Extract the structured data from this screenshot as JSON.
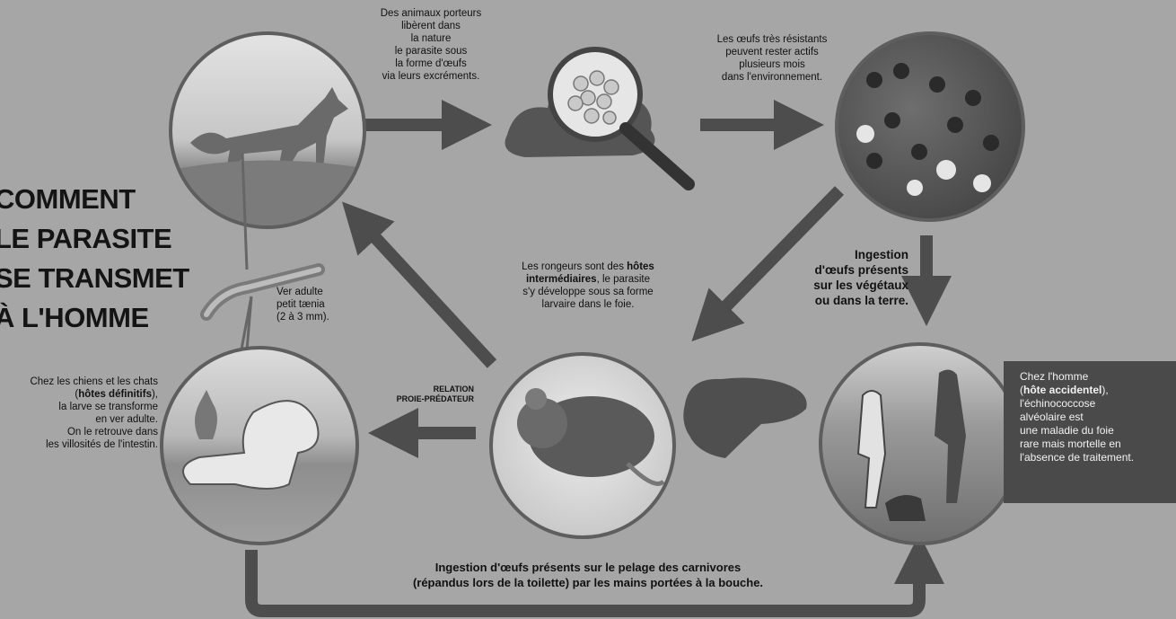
{
  "title": {
    "line1": "COMMENT",
    "line2": "LE PARASITE",
    "line3": "SE TRANSMET",
    "line4": "À L'HOMME"
  },
  "captions": {
    "fox": [
      "Des animaux porteurs",
      "libèrent dans",
      "la nature",
      "le parasite sous",
      "la forme d'œufs",
      "via leurs excréments."
    ],
    "eggs": [
      "Les œufs très résistants",
      "peuvent rester actifs",
      "plusieurs mois",
      "dans l'environnement."
    ],
    "ingestion_veg": [
      "Ingestion",
      "d'œufs présents",
      "sur les végétaux",
      "ou dans la terre."
    ],
    "rodent_pre": "Les rongeurs sont des ",
    "rodent_bold1": "hôtes",
    "rodent_bold2": "intermédiaires",
    "rodent_post1": ", le parasite",
    "rodent_line3": "s'y développe sous sa forme",
    "rodent_line4": "larvaire dans le foie.",
    "worm": [
      "Ver adulte",
      "petit tænia",
      "(2 à 3 mm)."
    ],
    "dog_line1": "Chez les chiens et les chats",
    "dog_bold": "hôtes définitifs",
    "dog_line3": "la larve se transforme",
    "dog_line4": "en ver adulte.",
    "dog_line5": "On le retrouve dans",
    "dog_line6": "les villosités de l'intestin.",
    "relation": [
      "RELATION",
      "PROIE-PRÉDATEUR"
    ],
    "bottom": [
      "Ingestion d'œufs présents sur le pelage des carnivores",
      "(répandus lors de la toilette) par les mains portées à la bouche."
    ],
    "human_line1": "Chez l'homme",
    "human_bold": "hôte accidentel",
    "human_line3": "l'échinococcose",
    "human_line4": "alvéolaire est",
    "human_line5": "une maladie du foie",
    "human_line6": "rare mais mortelle en",
    "human_line7": "l'absence de traitement."
  },
  "colors": {
    "background": "#a6a6a6",
    "arrow": "#4d4d4d",
    "panel": "#4a4a4a",
    "text": "#111111"
  },
  "icons": [
    "fox-illustration",
    "feces-magnifier-illustration",
    "vegetation-illustration",
    "worm-illustration",
    "dog-cat-illustration",
    "rodent-illustration",
    "liver-illustration",
    "hunters-illustration"
  ]
}
